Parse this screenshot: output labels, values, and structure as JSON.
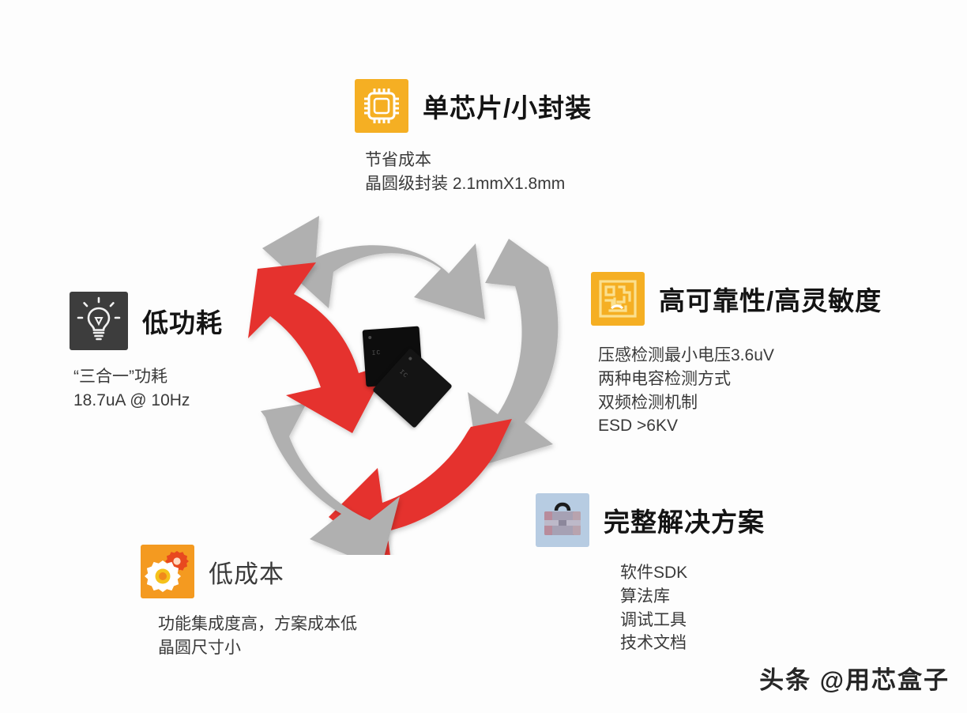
{
  "page": {
    "background": "#fdfdfd",
    "watermark": "头条 @用芯盒子"
  },
  "palette": {
    "arrow_gray": "#b0b0b0",
    "arrow_red": "#e5322e",
    "icon_orange": "#f5af23",
    "icon_dark": "#3d3d3d",
    "icon_blue": "#b7cce2",
    "chip_black": "#0d0d0d",
    "title_color": "#141414",
    "body_color": "#3a3a3a"
  },
  "features": {
    "single_chip": {
      "title": "单芯片/小封装",
      "icon": "microchip-icon",
      "icon_bg": "#f5af23",
      "lines": [
        "节省成本",
        "晶圆级封装 2.1mmX1.8mm"
      ]
    },
    "reliability": {
      "title": "高可靠性/高灵敏度",
      "icon": "circuit-maze-icon",
      "icon_bg": "#f5af23",
      "lines": [
        "压感检测最小电压3.6uV",
        "两种电容检测方式",
        "双频检测机制",
        "ESD >6KV"
      ]
    },
    "solution": {
      "title": "完整解决方案",
      "icon": "briefcase-icon",
      "icon_bg": "#b7cce2",
      "lines": [
        "软件SDK",
        "算法库",
        "调试工具",
        "技术文档"
      ]
    },
    "low_cost": {
      "title": "低成本",
      "icon": "gears-icon",
      "icon_bg": "#f49a20",
      "lines": [
        "功能集成度高，方案成本低",
        "晶圆尺寸小"
      ]
    },
    "low_power": {
      "title": "低功耗",
      "icon": "lightbulb-icon",
      "icon_bg": "#3d3d3d",
      "lines": [
        "“三合一”功耗",
        "18.7uA @ 10Hz"
      ]
    }
  },
  "cycle": {
    "label": "five-arrow-cycle",
    "arrows": [
      {
        "name": "arrow-top",
        "color": "#b0b0b0",
        "position": "top"
      },
      {
        "name": "arrow-right",
        "color": "#b0b0b0",
        "position": "right"
      },
      {
        "name": "arrow-bottom-right",
        "color": "#e5322e",
        "position": "bottom-right"
      },
      {
        "name": "arrow-bottom-left",
        "color": "#b0b0b0",
        "position": "bottom-left"
      },
      {
        "name": "arrow-left",
        "color": "#e5322e",
        "position": "left"
      }
    ],
    "center": {
      "name": "chip-packages",
      "chip_mark_1": "IC",
      "chip_mark_2": "IC"
    }
  }
}
